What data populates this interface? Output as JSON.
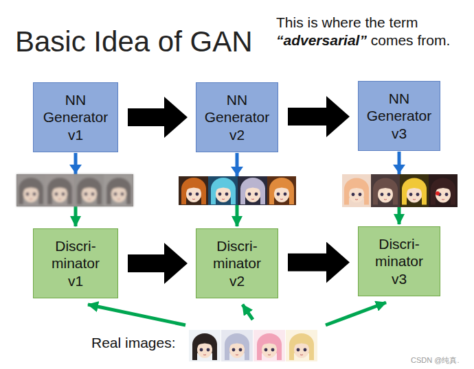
{
  "diagram": {
    "title": "Basic Idea of GAN",
    "nodes": [
      {
        "text": [
          "NN Generator v1"
        ]
      },
      {
        "text": [
          "NN Generator v2"
        ]
      },
      {
        "text": [
          "NN Generator v3"
        ]
      },
      {
        "text": [
          "Discri- minator v1"
        ]
      },
      {
        "text": [
          "Discri- minator v2"
        ]
      },
      {
        "text": [
          "Discri- minator v3"
        ]
      }
    ],
    "edges": [
      {
        "from": 0,
        "to": 1,
        "arrow": "to"
      },
      {
        "from": 1,
        "to": 2,
        "arrow": "to"
      },
      {
        "from": 0,
        "to": 3,
        "arrow": "to"
      },
      {
        "from": 1,
        "to": 4,
        "arrow": "to"
      },
      {
        "from": 2,
        "to": 5,
        "arrow": "to"
      },
      {
        "from": 3,
        "to": 4,
        "arrow": "to"
      },
      {
        "from": 4,
        "to": 5,
        "arrow": "to"
      }
    ],
    "labels": [
      "This is where the term “adversarial” comes from.",
      "Real images:",
      "CSDN @纯真."
    ]
  }
}
